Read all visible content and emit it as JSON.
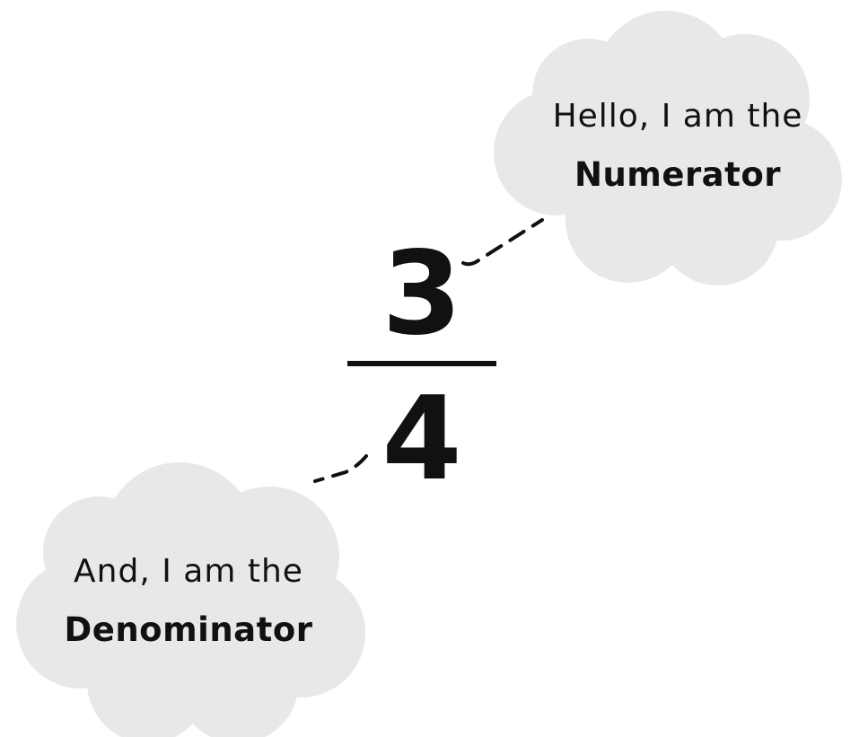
{
  "fraction": {
    "numerator": "3",
    "denominator": "4"
  },
  "numerator_bubble": {
    "line1": "Hello, I am the",
    "line2": "Numerator"
  },
  "denominator_bubble": {
    "line1": "And, I am the",
    "line2": "Denominator"
  },
  "colors": {
    "cloud_fill": "#e6e8ea",
    "ink": "#111111",
    "background": "#ffffff"
  }
}
